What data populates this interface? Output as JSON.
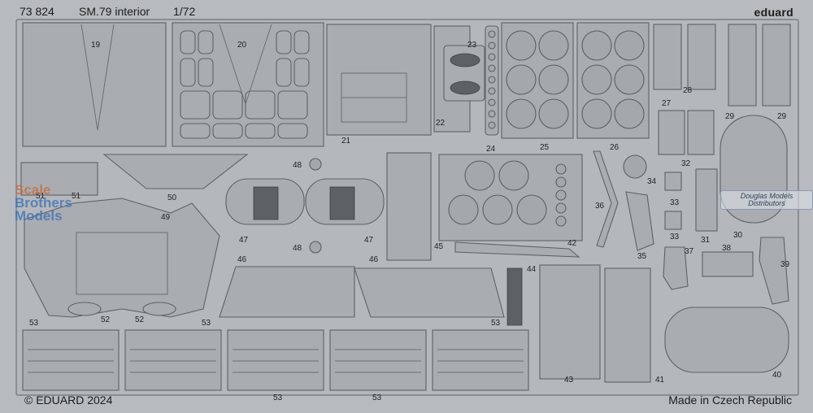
{
  "header": {
    "code": "73 824",
    "title": "SM.79 interior",
    "scale": "1/72",
    "brand": "eduard"
  },
  "footer": {
    "copyright": "© EDUARD 2024",
    "origin": "Made in Czech Republic"
  },
  "watermarks": {
    "brothers_line1": "Scale",
    "brothers_line2": "Brothers",
    "brothers_line3": "Models",
    "distributor": "Douglas Models Distributors"
  },
  "part_numbers": [
    "19",
    "20",
    "21",
    "22",
    "23",
    "24",
    "25",
    "26",
    "27",
    "28",
    "29",
    "29",
    "30",
    "31",
    "32",
    "33",
    "33",
    "34",
    "35",
    "36",
    "37",
    "38",
    "39",
    "40",
    "41",
    "42",
    "43",
    "44",
    "45",
    "46",
    "46",
    "47",
    "47",
    "48",
    "48",
    "49",
    "50",
    "51",
    "51",
    "52",
    "52",
    "53",
    "53",
    "53",
    "53",
    "53"
  ]
}
